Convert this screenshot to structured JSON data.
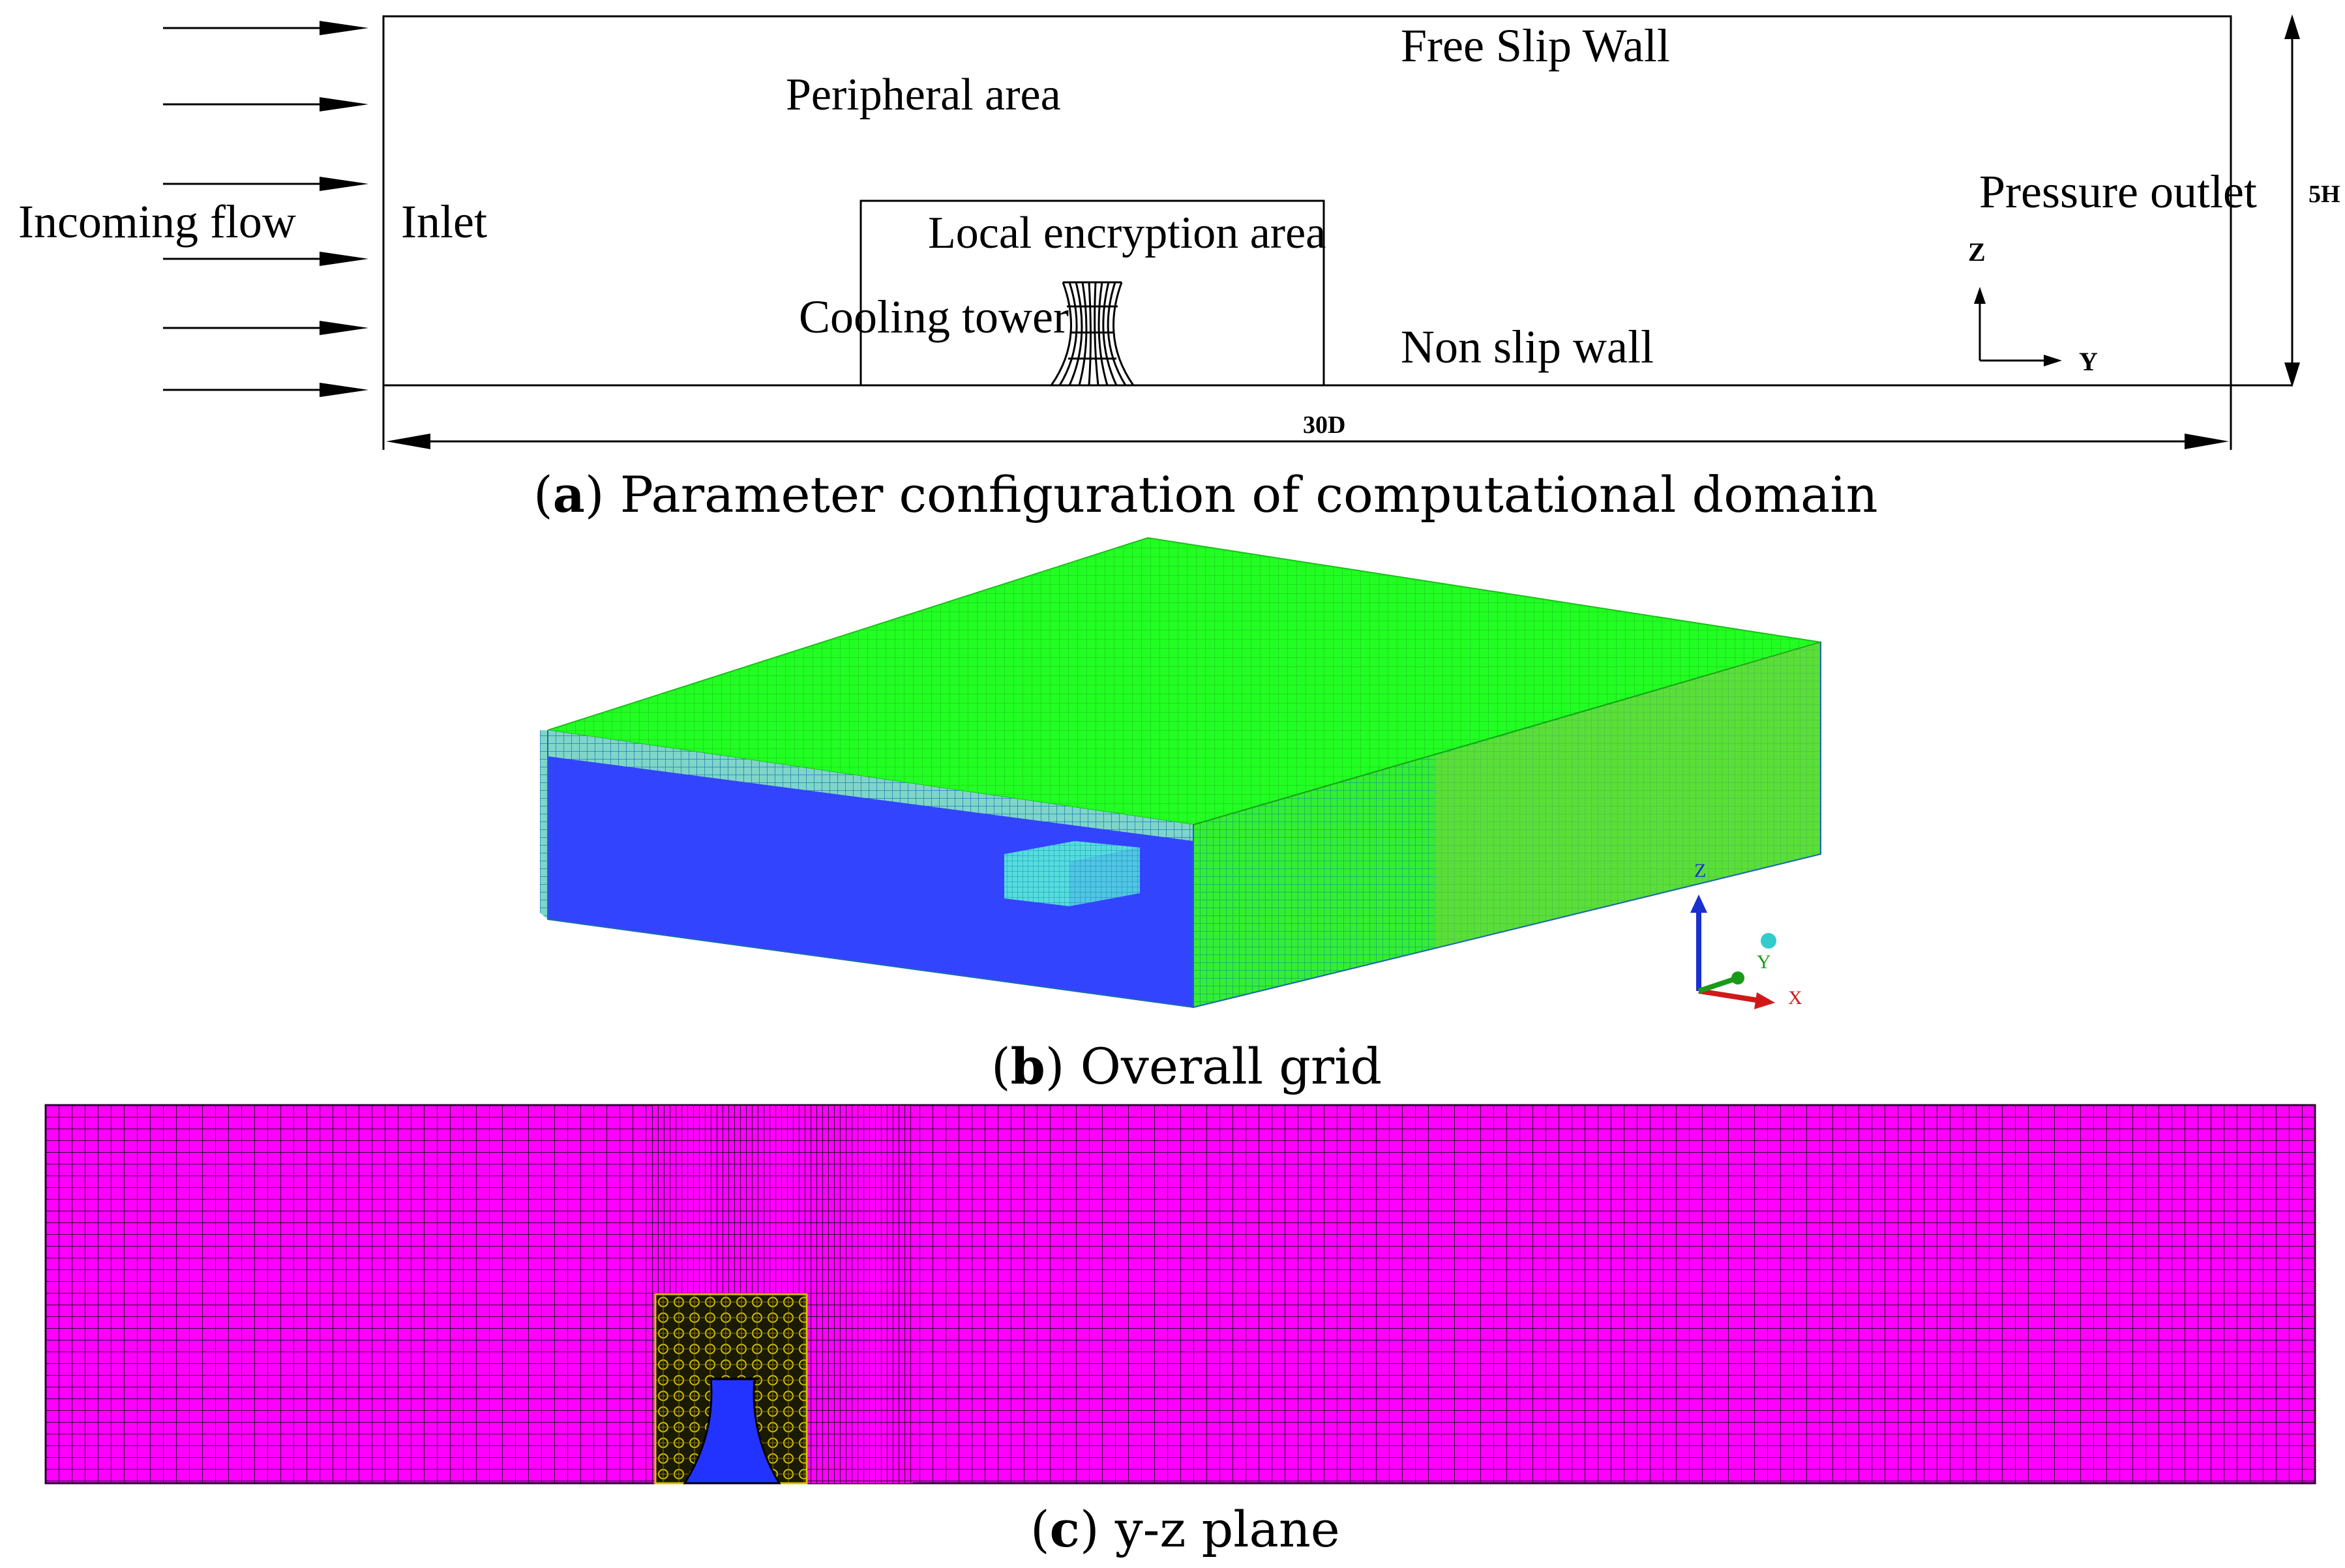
{
  "panel_a": {
    "labels": {
      "incoming_flow": "Incoming flow",
      "inlet": "Inlet",
      "peripheral_area": "Peripheral area",
      "free_slip_wall": "Free Slip Wall",
      "local_encryption_area": "Local encryption area",
      "cooling_tower": "Cooling tower",
      "non_slip_wall": "Non slip wall",
      "pressure_outlet": "Pressure outlet",
      "height_dim": "5H",
      "length_dim": "30D",
      "axis_z": "Z",
      "axis_y": "Y"
    },
    "caption_letter": "a",
    "caption_text": "Parameter configuration of computational domain"
  },
  "panel_b": {
    "axis_labels": {
      "z": "Z",
      "y": "Y",
      "x": "X"
    },
    "colors": {
      "top_face": "#22ff22",
      "floor": "#3344ff",
      "mesh_line": "#1aa0c8",
      "dense_block": "#33cccc"
    },
    "caption_letter": "b",
    "caption_text": "Overall grid"
  },
  "panel_c": {
    "colors": {
      "mesh_fill": "#ff00ff",
      "mesh_line": "#2a0030",
      "local_block": "#d4c000",
      "tower": "#2233ff"
    },
    "caption_letter": "c",
    "caption_text": "y-z plane"
  }
}
